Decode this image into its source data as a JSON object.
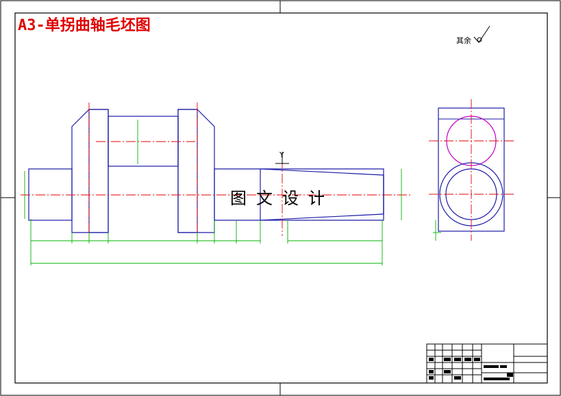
{
  "drawing": {
    "title": "A3-单拐曲轴毛坯图",
    "roughness_note": "其余",
    "axis_label": "Y",
    "watermark": "图文设计"
  },
  "colors": {
    "frame": "#000000",
    "part_outline": "#1a1aa8",
    "center_line": "#e00000",
    "dimension": "#00b400",
    "circle_accent": "#c000c0",
    "title_text": "#e00000"
  }
}
